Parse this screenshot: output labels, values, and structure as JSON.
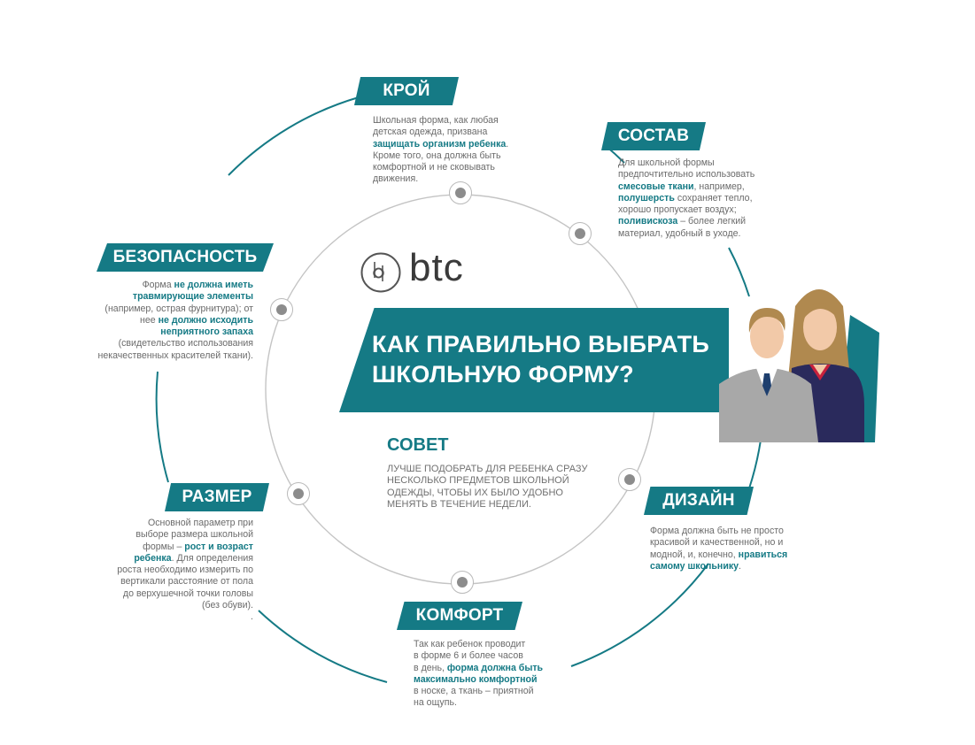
{
  "colors": {
    "teal": "#157a85",
    "dark_teal": "#0e5f67",
    "circle_gray": "#c4c4c4",
    "node_gray": "#8c8c8c"
  },
  "logo": {
    "text": "btc",
    "emblem_icon": "btc-monogram-icon"
  },
  "title": {
    "line1": "КАК ПРАВИЛЬНО ВЫБРАТЬ",
    "line2": "ШКОЛЬНУЮ ФОРМУ?"
  },
  "tip": {
    "title": "СОВЕТ",
    "lines": [
      "ЛУЧШЕ ПОДОБРАТЬ ДЛЯ РЕБЕНКА СРАЗУ",
      "НЕСКОЛЬКО ПРЕДМЕТОВ ШКОЛЬНОЙ",
      "ОДЕЖДЫ, ЧТОБЫ ИХ БЫЛО УДОБНО",
      "МЕНЯТЬ В ТЕЧЕНИЕ НЕДЕЛИ."
    ]
  },
  "illustration": {
    "icon": "boy-and-girl-students-icon"
  },
  "sections": {
    "kroy": {
      "label": "КРОЙ",
      "lines": [
        [
          {
            "t": "Школьная форма, как любая"
          }
        ],
        [
          {
            "t": "детская одежда, призвана"
          }
        ],
        [
          {
            "t": "защищать организм ребенка",
            "b": true
          },
          {
            "t": "."
          }
        ],
        [
          {
            "t": "Кроме того, она должна  быть"
          }
        ],
        [
          {
            "t": "комфортной и не сковывать"
          }
        ],
        [
          {
            "t": "движения."
          }
        ]
      ]
    },
    "sostav": {
      "label": "СОСТАВ",
      "lines": [
        [
          {
            "t": "Для школьной формы"
          }
        ],
        [
          {
            "t": "предпочтительно использовать"
          }
        ],
        [
          {
            "t": "смесовые ткани",
            "b": true
          },
          {
            "t": ", например,"
          }
        ],
        [
          {
            "t": "полушерсть",
            "b": true
          },
          {
            "t": " сохраняет тепло,"
          }
        ],
        [
          {
            "t": "хорошо пропускает воздух;"
          }
        ],
        [
          {
            "t": "поливискоза",
            "b": true
          },
          {
            "t": " – более легкий"
          }
        ],
        [
          {
            "t": "материал, удобный в уходе."
          }
        ]
      ]
    },
    "bezopasnost": {
      "label": "БЕЗОПАСНОСТЬ",
      "lines": [
        [
          {
            "t": "Форма "
          },
          {
            "t": "не должна иметь",
            "b": true
          }
        ],
        [
          {
            "t": "травмирующие элементы",
            "b": true
          }
        ],
        [
          {
            "t": "(например, острая фурнитура); от"
          }
        ],
        [
          {
            "t": "нее "
          },
          {
            "t": "не должно исходить",
            "b": true
          }
        ],
        [
          {
            "t": "неприятного запаха",
            "b": true
          }
        ],
        [
          {
            "t": "(свидетельство использования"
          }
        ],
        [
          {
            "t": "некачественных красителей ткани)."
          }
        ]
      ]
    },
    "razmer": {
      "label": "РАЗМЕР",
      "lines": [
        [
          {
            "t": "Основной параметр при"
          }
        ],
        [
          {
            "t": "выборе размера школьной"
          }
        ],
        [
          {
            "t": "формы  – "
          },
          {
            "t": "рост и возраст",
            "b": true
          }
        ],
        [
          {
            "t": "ребенка",
            "b": true
          },
          {
            "t": ". Для определения"
          }
        ],
        [
          {
            "t": "роста необходимо измерить по"
          }
        ],
        [
          {
            "t": "вертикали расстояние от пола"
          }
        ],
        [
          {
            "t": "до верхушечной точки головы"
          }
        ],
        [
          {
            "t": "(без обуви)."
          }
        ],
        [
          {
            "t": "."
          }
        ]
      ]
    },
    "dizain": {
      "label": "ДИЗАЙН",
      "lines": [
        [
          {
            "t": "Форма должна быть не просто"
          }
        ],
        [
          {
            "t": "красивой и качественной, но и"
          }
        ],
        [
          {
            "t": "модной, и, конечно, "
          },
          {
            "t": "нравиться",
            "b": true
          }
        ],
        [
          {
            "t": "самому школьнику",
            "b": true
          },
          {
            "t": "."
          }
        ]
      ]
    },
    "komfort": {
      "label": "КОМФОРТ",
      "lines": [
        [
          {
            "t": "Так как ребенок проводит"
          }
        ],
        [
          {
            "t": "в форме 6 и более часов"
          }
        ],
        [
          {
            "t": "в день, "
          },
          {
            "t": "форма должна быть",
            "b": true
          }
        ],
        [
          {
            "t": "максимально комфортной",
            "b": true
          }
        ],
        [
          {
            "t": "в носке, а ткань – приятной"
          }
        ],
        [
          {
            "t": "на ощупь."
          }
        ]
      ]
    }
  }
}
